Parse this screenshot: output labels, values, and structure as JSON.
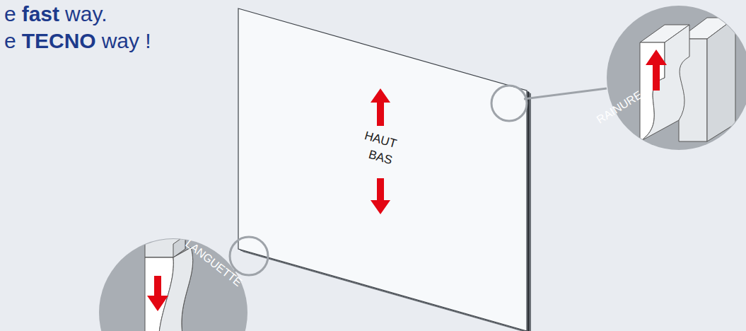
{
  "diagram": {
    "labels": [
      "e",
      "fast",
      "way.",
      "e",
      "TECNO",
      "way !",
      "HAUT",
      "BAS",
      "LANGUETTE",
      "RAINURE"
    ]
  }
}
